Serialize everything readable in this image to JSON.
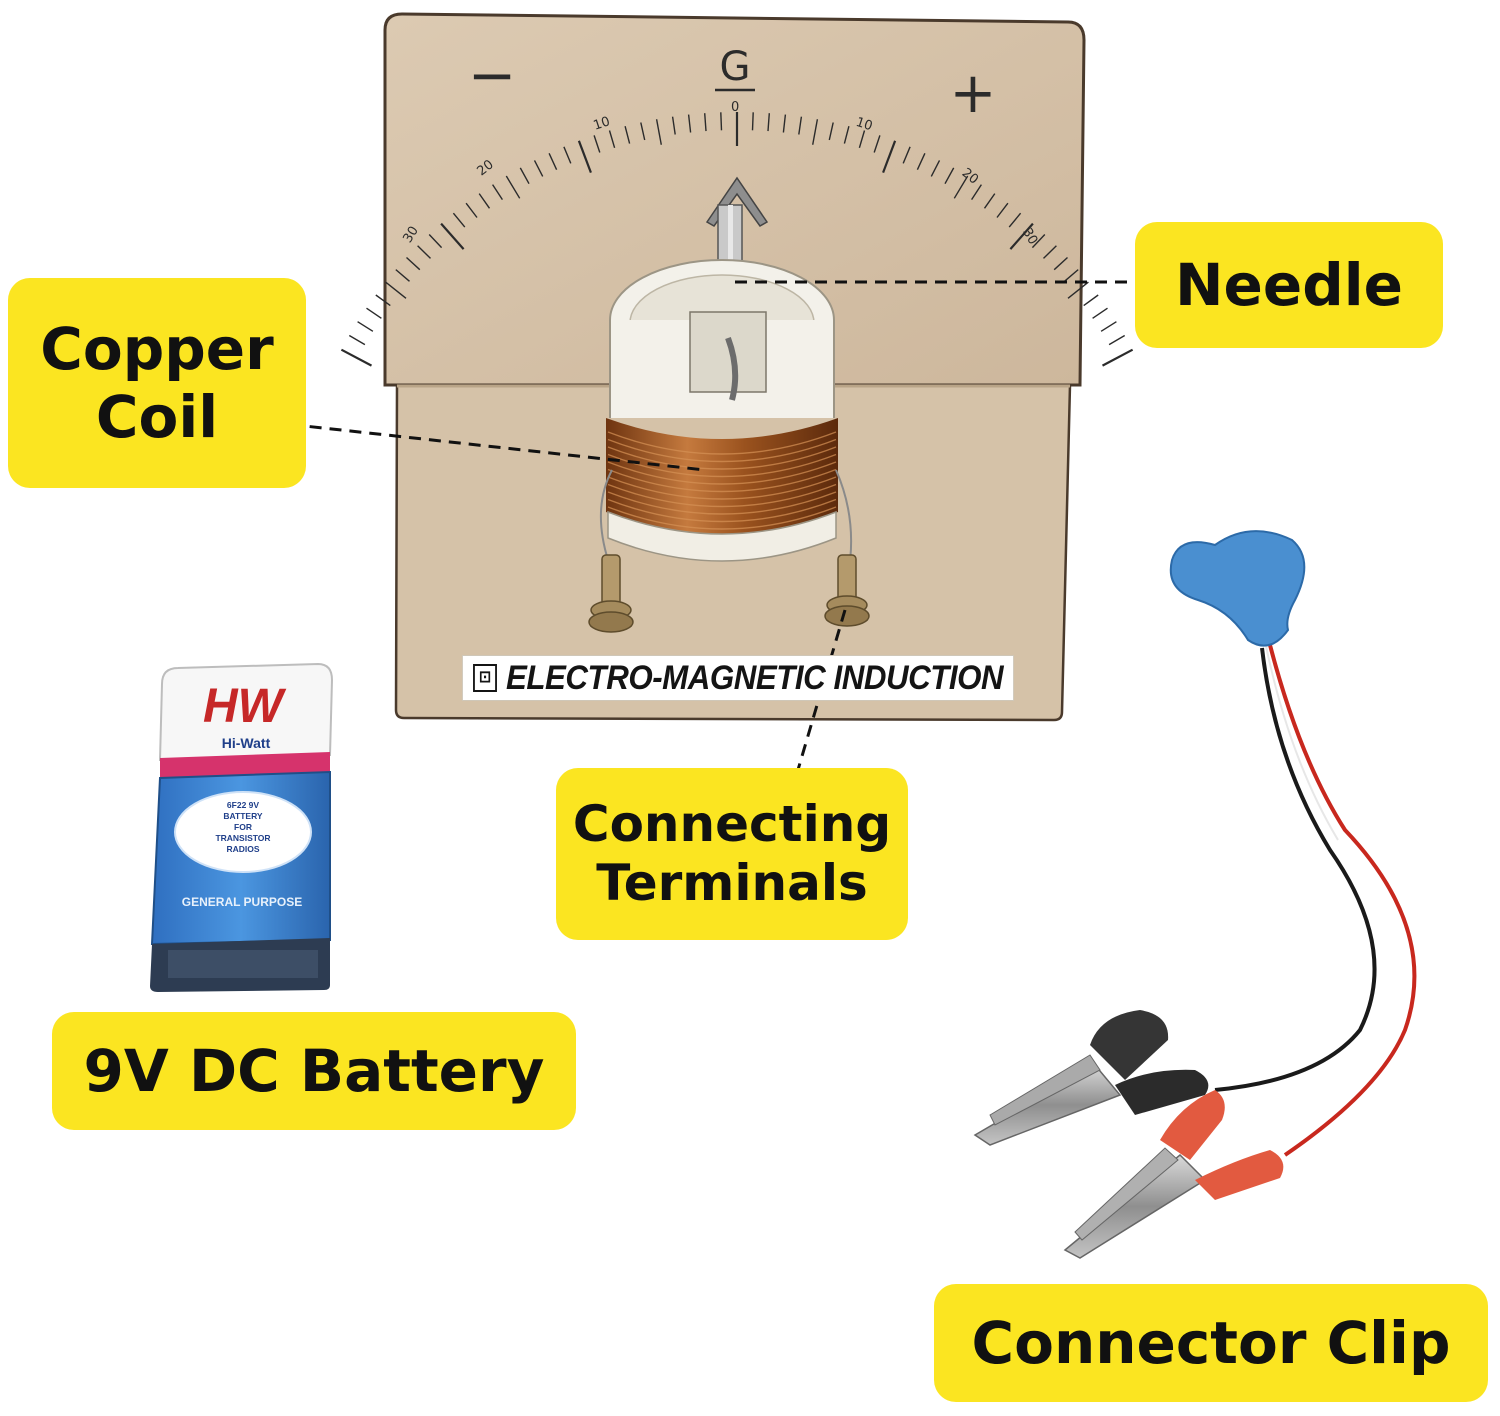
{
  "labels": {
    "needle": "Needle",
    "copper_coil_line1": "Copper",
    "copper_coil_line2": "Coil",
    "connecting_terminals_line1": "Connecting",
    "connecting_terminals_line2": "Terminals",
    "battery": "9V DC Battery",
    "connector_clip": "Connector Clip"
  },
  "galvanometer": {
    "symbol": "G",
    "minus": "−",
    "plus": "+",
    "scale_left": [
      "30",
      "20",
      "10"
    ],
    "scale_zero": "0",
    "scale_right": [
      "10",
      "20",
      "30"
    ],
    "panel_label": "ELECTRO-MAGNETIC INDUCTION"
  },
  "battery": {
    "brand_logo": "HW",
    "brand_name": "Hi-Watt",
    "label_line1": "6F22 9V",
    "label_line2": "BATTERY",
    "label_line3": "FOR",
    "label_line4": "TRANSISTOR",
    "label_line5": "RADIOS",
    "bottom_text": "GENERAL PURPOSE"
  },
  "colors": {
    "callout": "#fbe521",
    "board": "#d8c6ad",
    "copper": "#a55a24",
    "clip_blue": "#4a8fd0",
    "wire_red": "#c8281e",
    "wire_black": "#1a1a1a"
  }
}
